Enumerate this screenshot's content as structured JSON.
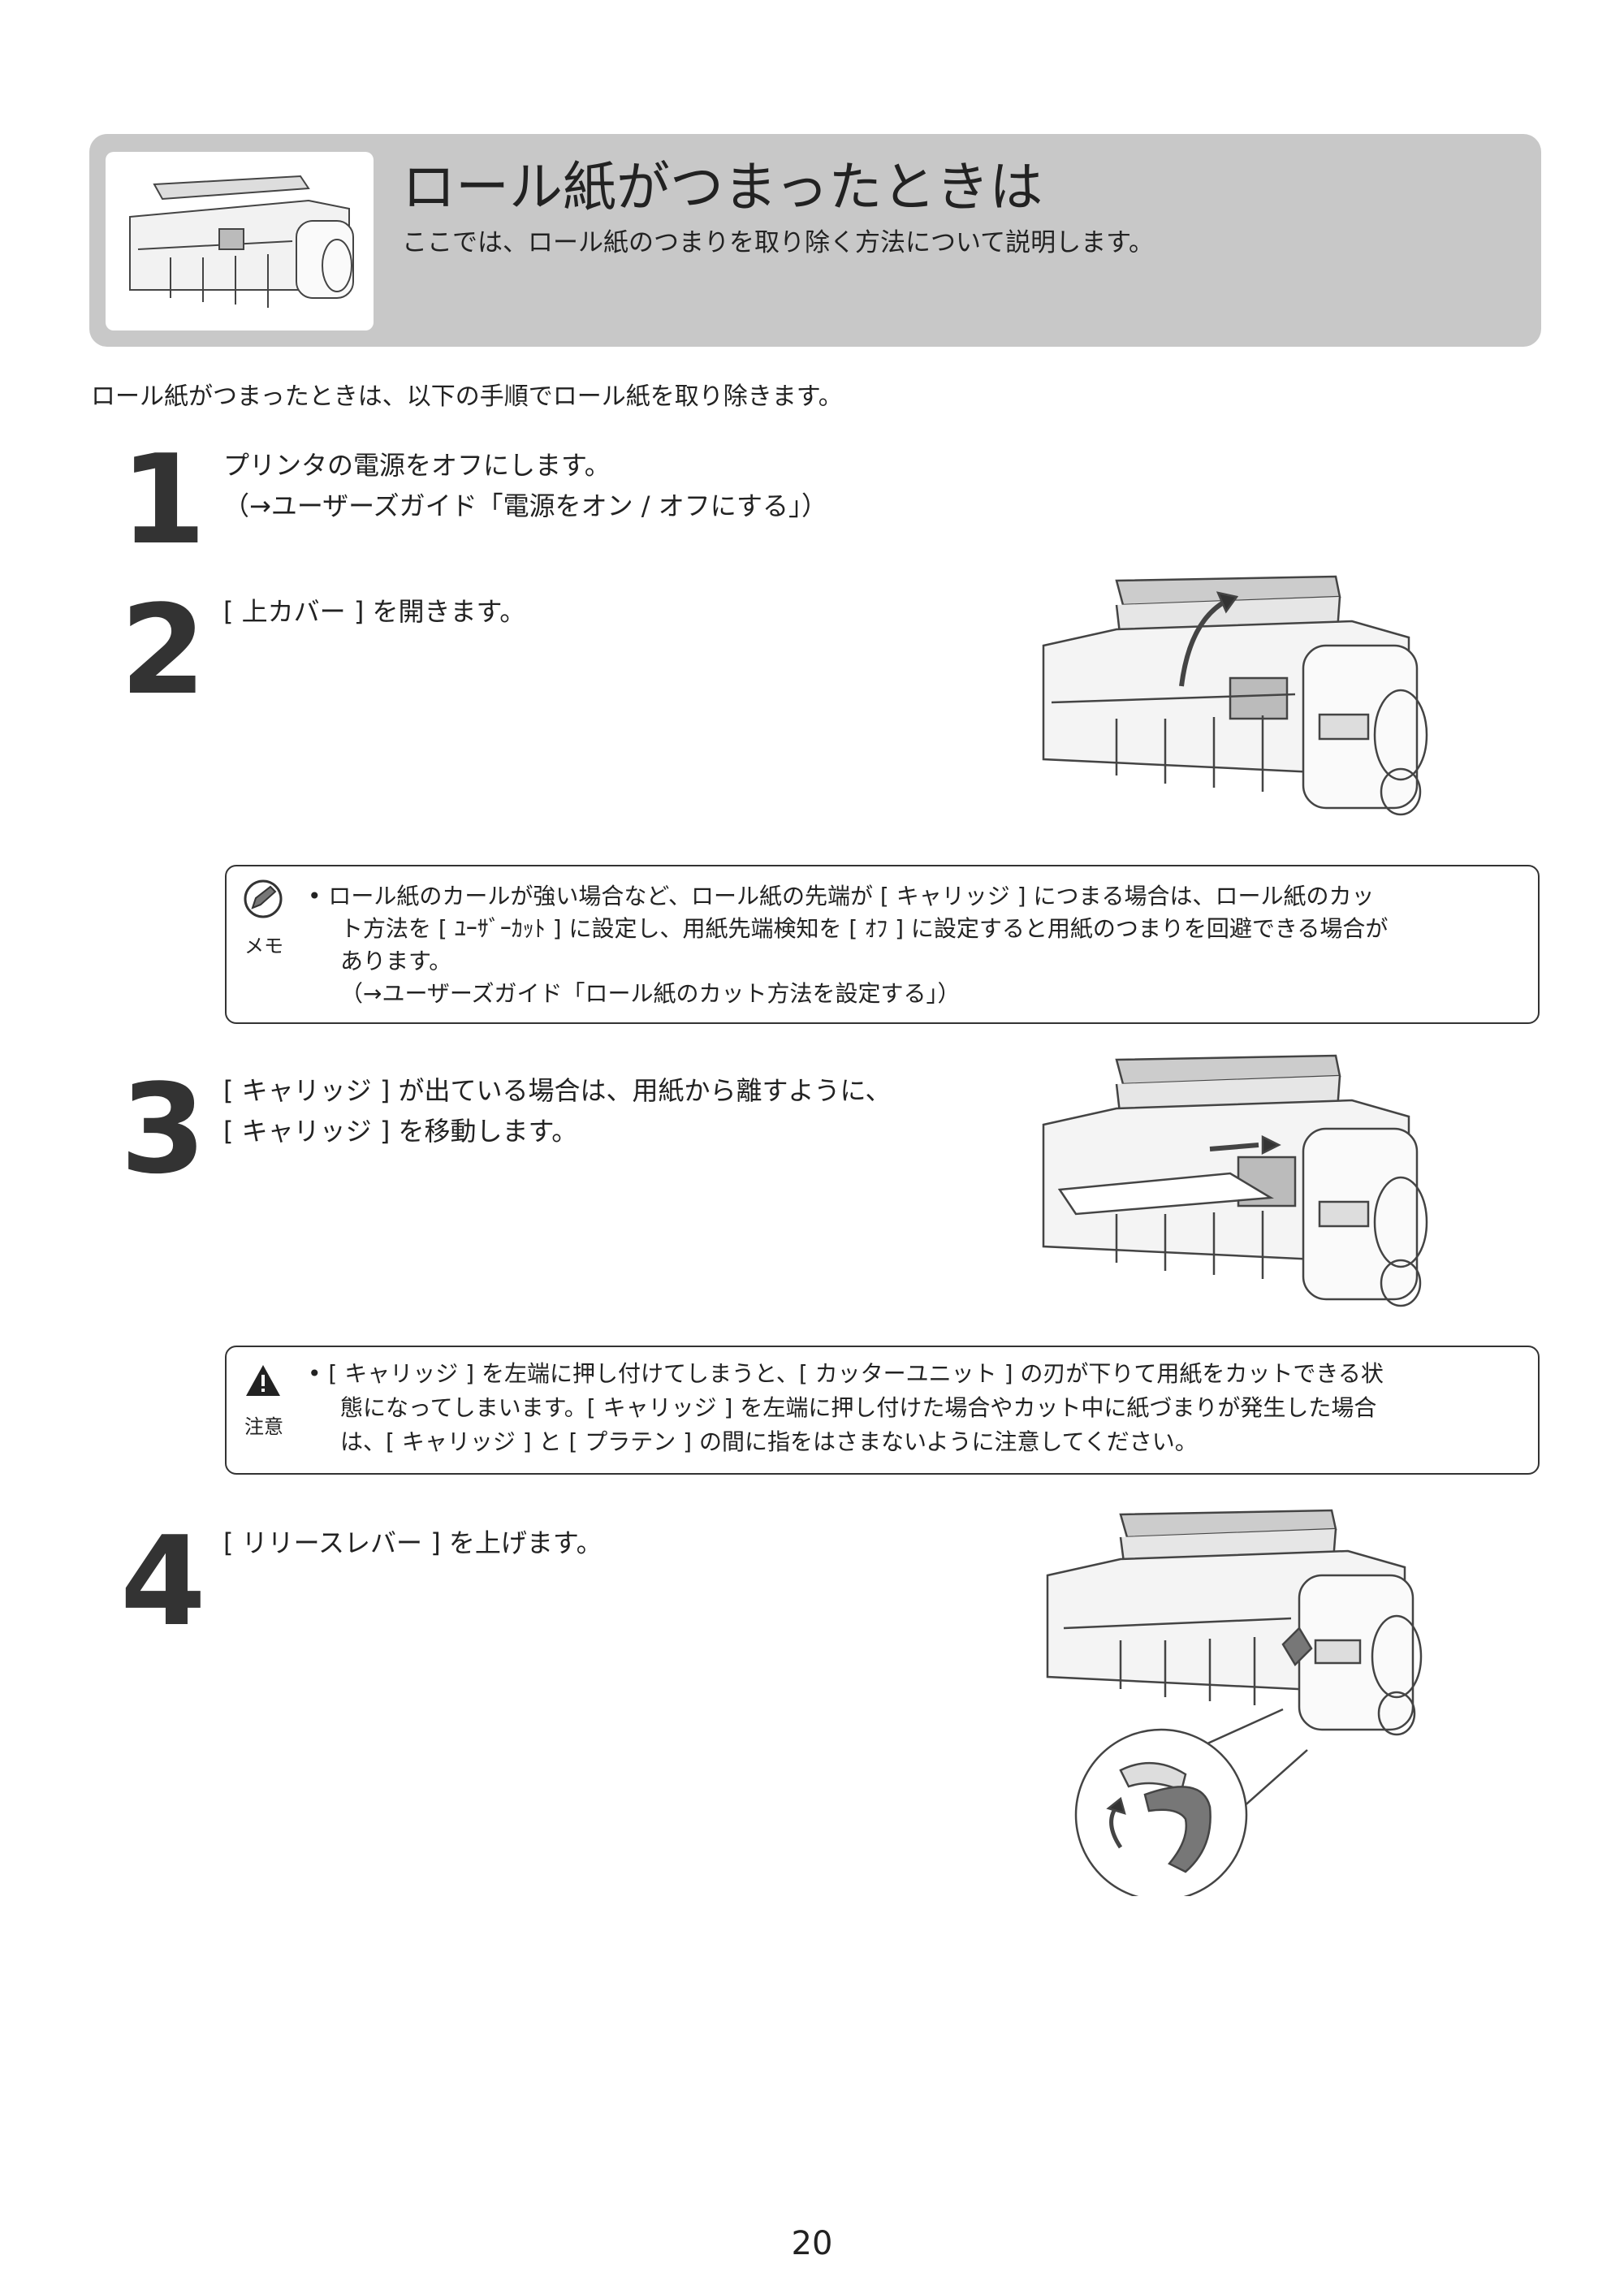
{
  "header": {
    "title": "ロール紙がつまったときは",
    "subtitle": "ここでは、ロール紙のつまりを取り除く方法について説明します。"
  },
  "intro": "ロール紙がつまったときは、以下の手順でロール紙を取り除きます。",
  "steps": [
    {
      "number": "1",
      "lines": [
        "プリンタの電源をオフにします。",
        "（→ユーザーズガイド「電源をオン / オフにする」）"
      ]
    },
    {
      "number": "2",
      "lines": [
        "[ 上カバー ] を開きます。"
      ]
    },
    {
      "number": "3",
      "lines": [
        "[ キャリッジ ] が出ている場合は、用紙から離すように、",
        "[ キャリッジ ] を移動します。"
      ]
    },
    {
      "number": "4",
      "lines": [
        "[ リリースレバー ] を上げます。"
      ]
    }
  ],
  "memo": {
    "label": "メモ",
    "lines": [
      "• ロール紙のカールが強い場合など、ロール紙の先端が [ キャリッジ ] につまる場合は、ロール紙のカッ",
      "ト方法を [ ﾕｰｻﾞｰｶｯﾄ ] に設定し、用紙先端検知を [ ｵﾌ ] に設定すると用紙のつまりを回避できる場合が",
      "あります。",
      "（→ユーザーズガイド「ロール紙のカット方法を設定する」）"
    ]
  },
  "caution": {
    "label": "注意",
    "lines": [
      "• [ キャリッジ ] を左端に押し付けてしまうと、[ カッターユニット ] の刃が下りて用紙をカットできる状",
      "態になってしまいます。[ キャリッジ ] を左端に押し付けた場合やカット中に紙づまりが発生した場合",
      "は、[ キャリッジ ] と [ プラテン ] の間に指をはさまないように注意してください。"
    ]
  },
  "icons": {
    "memo": "pencil-memo-icon",
    "caution": "warning-triangle-icon"
  },
  "page_number": "20"
}
